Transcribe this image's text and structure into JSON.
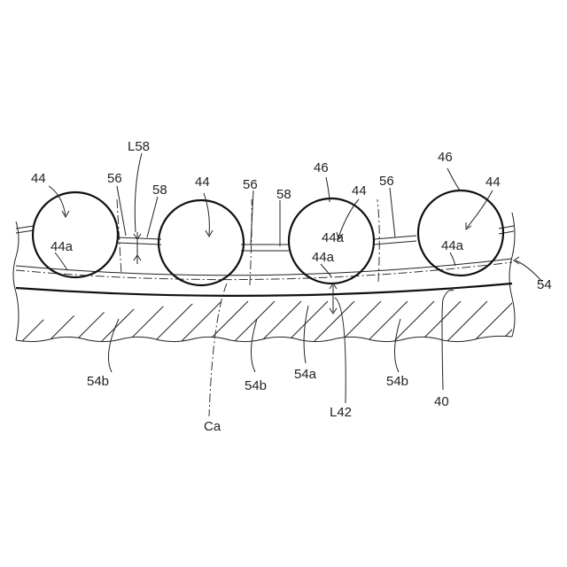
{
  "labels": {
    "L58": "L58",
    "ball_44_1": "44",
    "ball_44_2": "44",
    "ball_44_3": "44",
    "ball_44_4": "44",
    "ball_46_1": "46",
    "ball_46_2": "46",
    "sep_56_1": "56",
    "sep_56_2": "56",
    "sep_56_3": "56",
    "sep_58_1": "58",
    "sep_58_2": "58",
    "pt_44a_1": "44a",
    "pt_44a_2": "44a",
    "pt_44a_3": "44a",
    "pt_44a_4": "44a",
    "ring_54": "54",
    "part_54b_1": "54b",
    "part_54b_2": "54b",
    "part_54b_3": "54b",
    "part_54a": "54a",
    "axis_Ca": "Ca",
    "gap_L42": "L42",
    "part_40": "40"
  }
}
